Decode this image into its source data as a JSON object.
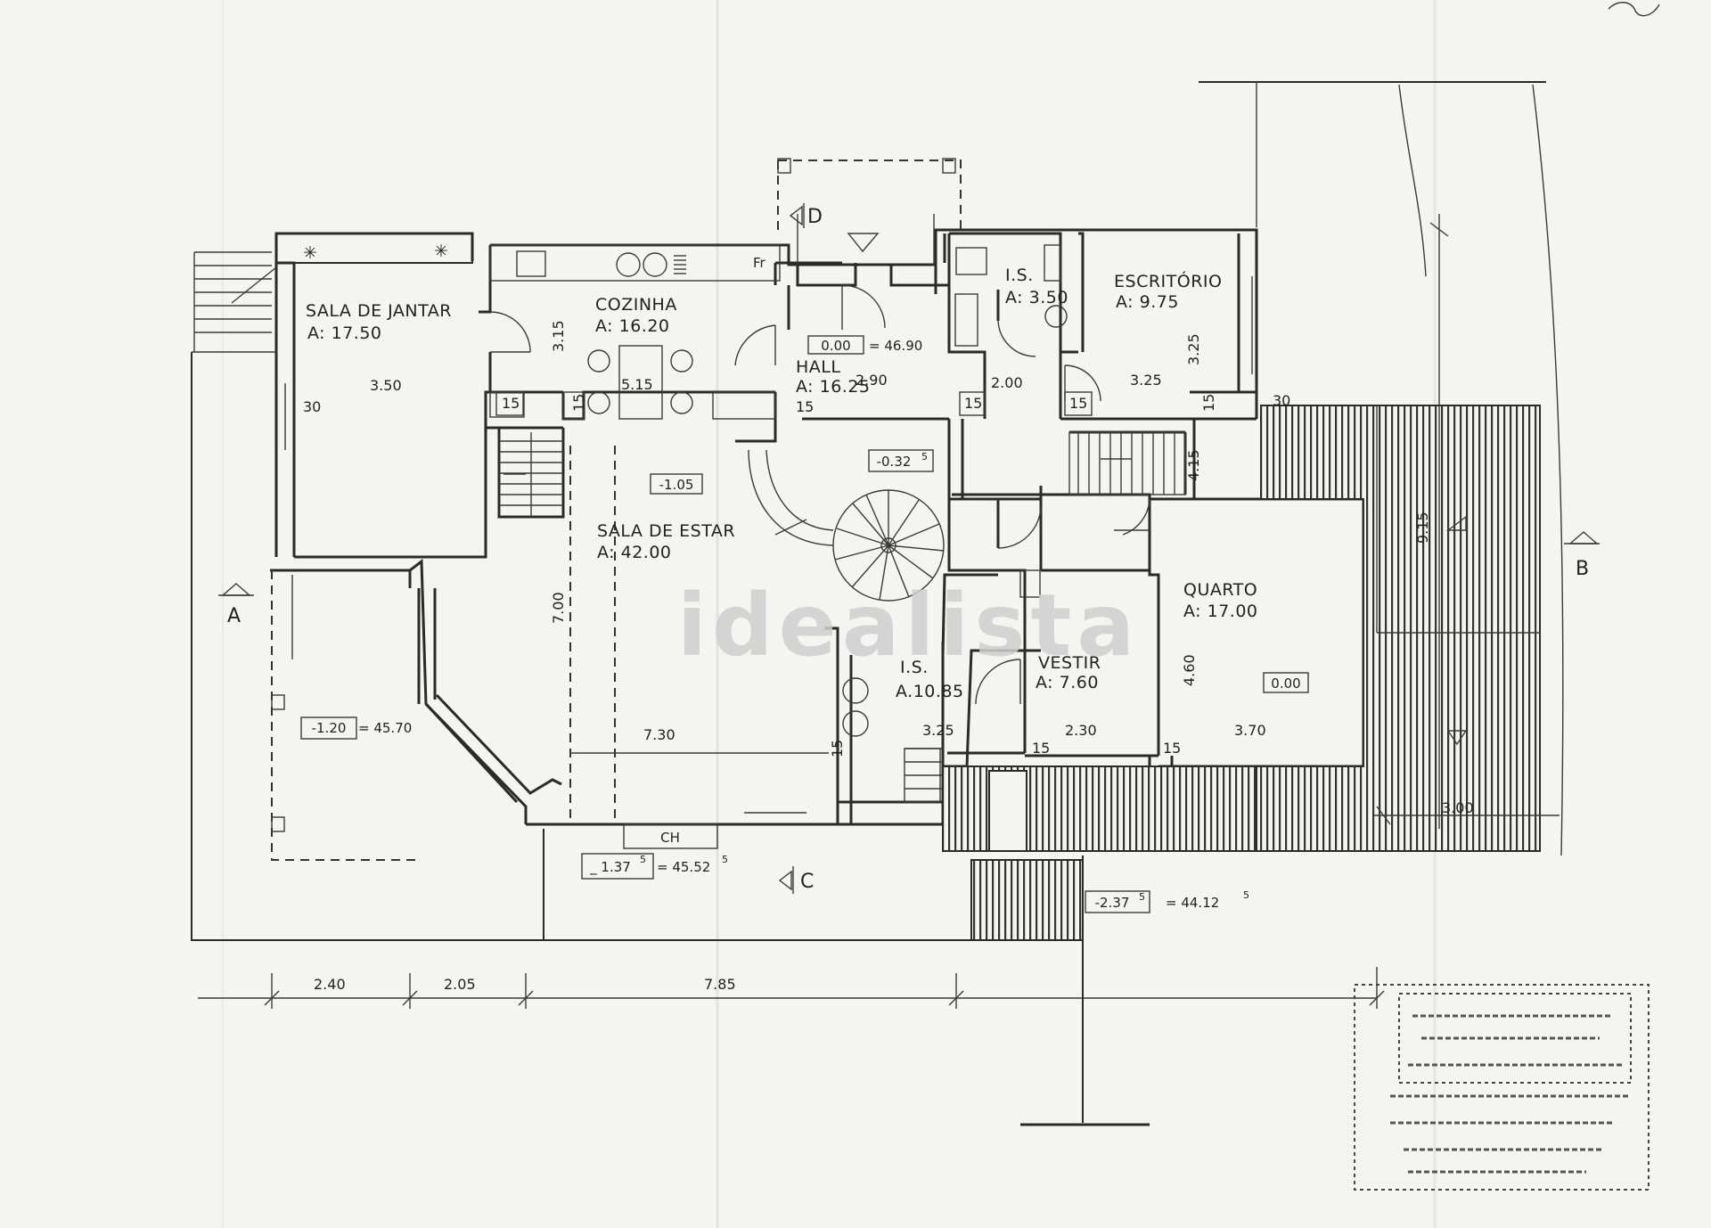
{
  "rooms": {
    "sala_jantar": {
      "name": "SALA  DE  JANTAR",
      "area": "A: 17.50"
    },
    "cozinha": {
      "name": "COZINHA",
      "area": "A: 16.20"
    },
    "hall": {
      "name": "HALL",
      "area": "A: 16.25"
    },
    "is_top": {
      "name": "I.S.",
      "area": "A: 3.50"
    },
    "escritorio": {
      "name": "ESCRITÓRIO",
      "area": "A: 9.75"
    },
    "sala_estar": {
      "name": "SALA  DE  ESTAR",
      "area": "A: 42.00"
    },
    "quarto": {
      "name": "QUARTO",
      "area": "A: 17.00"
    },
    "vestir": {
      "name": "VESTIR",
      "area": "A: 7.60"
    },
    "is_bottom": {
      "name": "I.S.",
      "area": "A.10.85"
    }
  },
  "levels": {
    "hall": "0.00",
    "hall_abs": "= 46.90",
    "estar": "-1.05",
    "step": "-0.32",
    "step_sup": "5",
    "quarto": "0.00",
    "terrace": "-1.20",
    "terrace_abs": "= 45.70",
    "entry": "_ 1.37",
    "entry_sup": "5",
    "entry_abs": "= 45.52",
    "entry_abs_sup": "5",
    "lower": "-2.37",
    "lower_sup": "5",
    "lower_abs": "= 44.12",
    "lower_abs_sup": "5"
  },
  "dims": {
    "jantar_w": "3.50",
    "jantar_30": "30",
    "cozinha_h": "3.15",
    "table_w": "5.15",
    "hall_w": "2.90",
    "is_w": "2.00",
    "esc_w": "3.25",
    "esc_h": "3.25",
    "esc_30": "30",
    "estar_h": "7.00",
    "estar_w": "7.30",
    "quarto_h": "4.60",
    "quarto_w": "3.70",
    "vestir_w": "2.30",
    "isb_w": "3.25",
    "right_h": "9.15",
    "right_w": "3.00",
    "s15_a": "15",
    "s15_b": "15",
    "s15_c": "15",
    "s15_d": "15",
    "s15_e": "15",
    "s15_f": "15",
    "s15_g": "15",
    "s15_h": "15",
    "s15_i": "15",
    "s415": "4.15",
    "bottom_1": "2.40",
    "bottom_2": "2.05",
    "bottom_3": "7.85"
  },
  "symbols": {
    "fridge": "Fr",
    "chimney": "CH"
  },
  "sections": {
    "a": "A",
    "b": "B",
    "c": "C",
    "d": "D"
  },
  "watermark": "idealista",
  "colors": {
    "line": "#2a2a2a",
    "paper": "#f4f4f2"
  }
}
